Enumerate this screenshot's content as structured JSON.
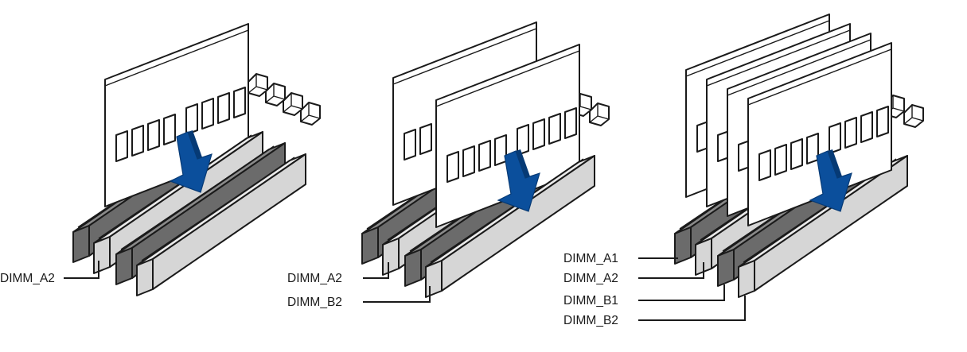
{
  "colors": {
    "dark_slot": "#6b6b6b",
    "dark_slot_face": "#8a8a8a",
    "light_slot": "#d6d6d6",
    "light_slot_face": "#ebebeb",
    "module_fill": "#ffffff",
    "arrow_blue": "#0b4f9c",
    "arrow_blue_dark": "#063a75",
    "line": "#1a1a1a"
  },
  "diagrams": [
    {
      "name": "one-module",
      "labels": [
        "DIMM_A2"
      ]
    },
    {
      "name": "two-modules",
      "labels": [
        "DIMM_A2",
        "DIMM_B2"
      ]
    },
    {
      "name": "four-modules",
      "labels": [
        "DIMM_A1",
        "DIMM_A2",
        "DIMM_B1",
        "DIMM_B2"
      ]
    }
  ]
}
